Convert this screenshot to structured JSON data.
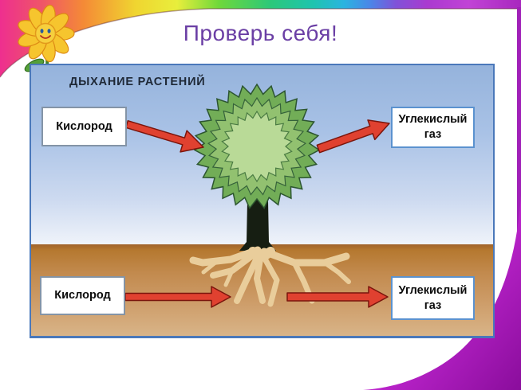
{
  "slide": {
    "title": "Проверь себя!"
  },
  "diagram": {
    "heading": "ДЫХАНИЕ РАСТЕНИЙ",
    "labels": {
      "top_left": "Кислород",
      "top_right": "Углекислый газ",
      "bottom_left": "Кислород",
      "bottom_right": "Углекислый газ"
    },
    "colors": {
      "title_color": "#6b3fa5",
      "panel_border": "#4a78ba",
      "arrow": "#e04130",
      "sky_top": "#95b3dc",
      "soil": "#c28a4e",
      "crown_outer": "#72ad57",
      "crown_middle": "#92c170",
      "crown_inner": "#b9da97",
      "trunk": "#161e12",
      "roots": "#e9cd9b",
      "frame_pink": "#ee2f8f",
      "frame_purple": "#a81fbe"
    }
  }
}
